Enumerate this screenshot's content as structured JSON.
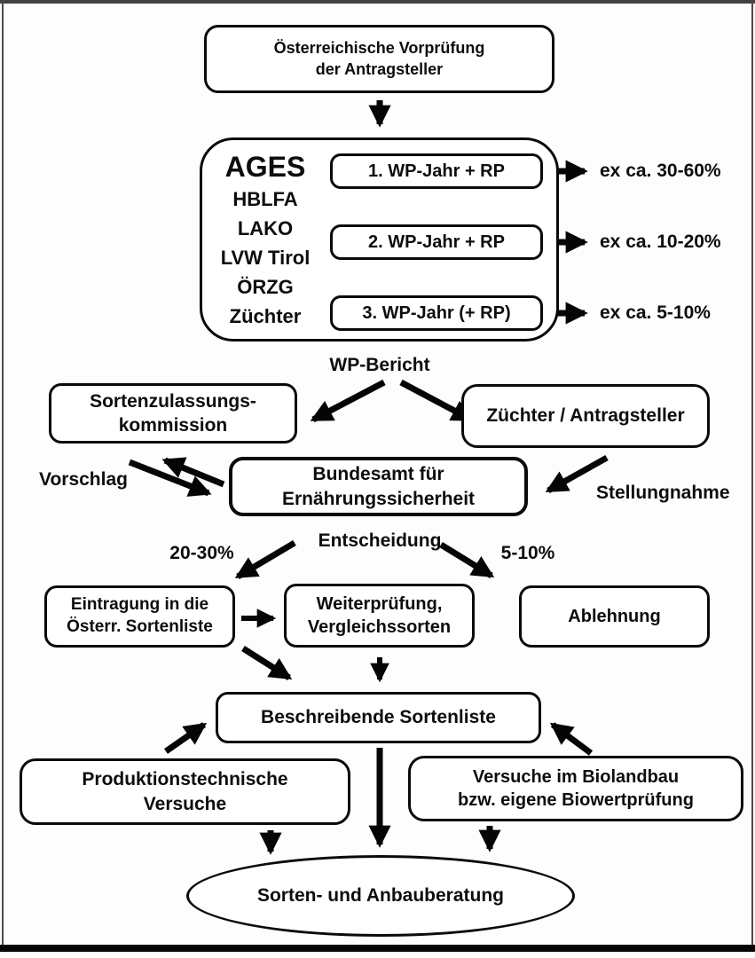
{
  "diagram": {
    "top_box": "Österreichische Vorprüfung\nder Antragsteller",
    "agency_group": {
      "members": [
        "AGES",
        "HBLFA",
        "LAKO",
        "LVW Tirol",
        "ÖRZG",
        "Züchter"
      ],
      "stages": [
        "1. WP-Jahr + RP",
        "2. WP-Jahr + RP",
        "3. WP-Jahr (+ RP)"
      ],
      "exit_rates": [
        "ex ca. 30-60%",
        "ex ca. 10-20%",
        "ex ca. 5-10%"
      ]
    },
    "wp_bericht": "WP-Bericht",
    "kommission": "Sortenzulassungs-\nkommission",
    "zuechter_antragsteller": "Züchter / Antragsteller",
    "bundesamt": "Bundesamt für\nErnährungssicherheit",
    "vorschlag": "Vorschlag",
    "stellungnahme": "Stellungnahme",
    "entscheidung": "Entscheidung",
    "rate_eintragung": "20-30%",
    "rate_ablehnung": "5-10%",
    "eintragung": "Eintragung in die\nÖsterr. Sortenliste",
    "weiterpruefung": "Weiterprüfung,\nVergleichssorten",
    "ablehnung": "Ablehnung",
    "beschreibende_sortenliste": "Beschreibende Sortenliste",
    "produktionstechnische": "Produktionstechnische\nVersuche",
    "biolandbau": "Versuche im Biolandbau\nbzw. eigene Biowertprüfung",
    "beratung": "Sorten- und Anbauberatung"
  },
  "colors": {
    "line": "#050505",
    "background": "#fdfdfd",
    "frame": "#414141"
  }
}
